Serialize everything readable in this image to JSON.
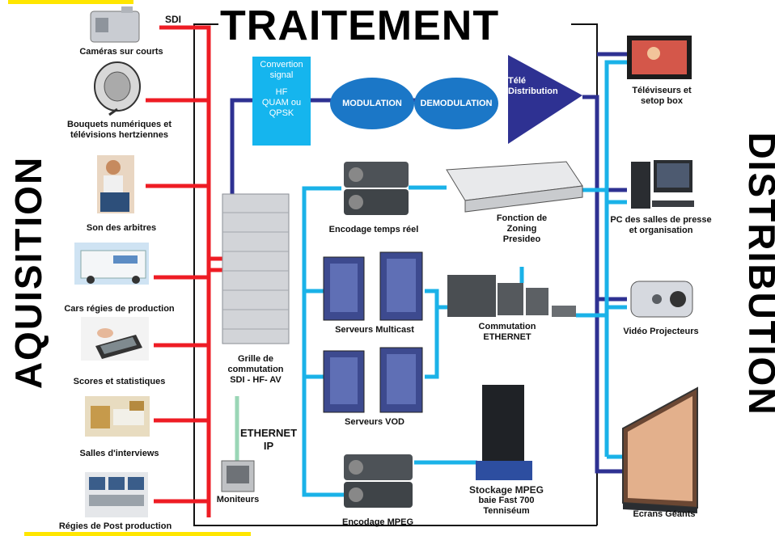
{
  "title": "TRAITEMENT",
  "left_vertical": "AQUISITION",
  "right_vertical": "DISTRIBUTION",
  "sdi_label": "SDI",
  "sources": [
    {
      "label1": "Caméras sur courts",
      "label2": ""
    },
    {
      "label1": "Bouquets numériques et",
      "label2": "télévisions hertziennes"
    },
    {
      "label1": "Son des arbitres",
      "label2": ""
    },
    {
      "label1": "Cars régies de production",
      "label2": ""
    },
    {
      "label1": "Scores et statistiques",
      "label2": ""
    },
    {
      "label1": "Salles d'interviews",
      "label2": ""
    },
    {
      "label1": "Régies de Post production",
      "label2": ""
    }
  ],
  "conversion": {
    "line1": "Convertion",
    "line2": "signal",
    "line3": "HF",
    "line4": "QUAM ou",
    "line5": "QPSK"
  },
  "modulation": "MODULATION",
  "demodulation": "DEMODULATION",
  "tele_distribution": {
    "line1": "Télé",
    "line2": "Distribution"
  },
  "grille": {
    "line1": "Grille de",
    "line2": "commutation",
    "line3": "SDI - HF- AV"
  },
  "encodage_temps_reel": "Encodage temps réel",
  "zoning": {
    "line1": "Fonction de",
    "line2": "Zoning",
    "line3": "Presideo"
  },
  "serveurs_multicast": "Serveurs Multicast",
  "commutation_ethernet": {
    "line1": "Commutation",
    "line2": "ETHERNET"
  },
  "serveurs_vod": "Serveurs VOD",
  "ethernet_ip": {
    "line1": "ETHERNET",
    "line2": "IP"
  },
  "moniteurs": "Moniteurs",
  "encodage_mpeg": "Encodage MPEG",
  "stockage": {
    "line1": "Stockage MPEG",
    "line2": "baie Fast 700",
    "line3": "Tenniséum"
  },
  "outputs": [
    {
      "label1": "Téléviseurs et",
      "label2": "setop box"
    },
    {
      "label1": "PC des salles de presse",
      "label2": "et organisation"
    },
    {
      "label1": "Vidéo Projecteurs",
      "label2": ""
    },
    {
      "label1": "Ecrans Géants",
      "label2": ""
    }
  ],
  "colors": {
    "red": "#ee1c24",
    "navy": "#2e3192",
    "cyan": "#1ab2e8",
    "green": "#9ad6b6",
    "yellow": "#ffe600"
  }
}
